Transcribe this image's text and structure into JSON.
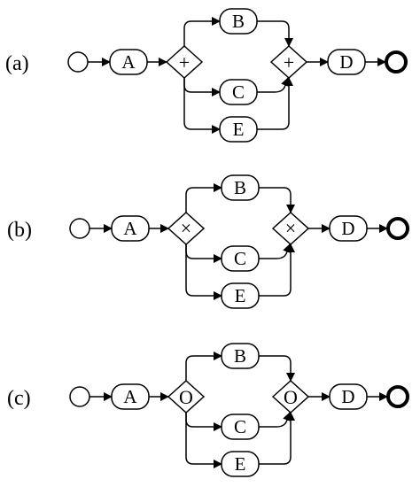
{
  "diagrams": [
    {
      "label": "(a)",
      "gateway_symbol": "+",
      "tasks": {
        "a": "A",
        "b": "B",
        "c": "C",
        "d": "D",
        "e": "E"
      }
    },
    {
      "label": "(b)",
      "gateway_symbol": "×",
      "tasks": {
        "a": "A",
        "b": "B",
        "c": "C",
        "d": "D",
        "e": "E"
      }
    },
    {
      "label": "(c)",
      "gateway_symbol": "O",
      "tasks": {
        "a": "A",
        "b": "B",
        "c": "C",
        "d": "D",
        "e": "E"
      }
    }
  ]
}
